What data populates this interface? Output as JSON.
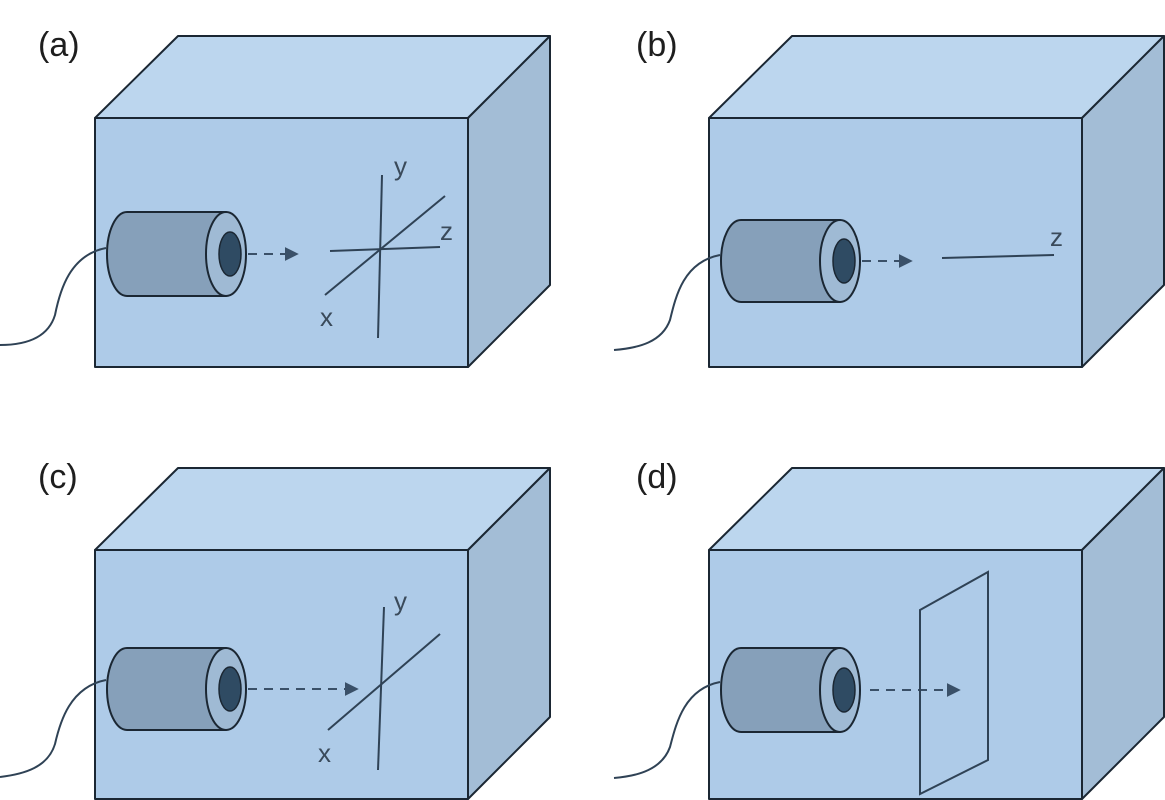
{
  "colors": {
    "box_front": "#aecbe8",
    "box_top": "#bcd6ee",
    "box_side": "#a3bdd6",
    "edge": "#1b2733",
    "probe_body": "#86a0ba",
    "probe_face": "#9fbad4",
    "probe_core": "#2f4b63",
    "axis": "#3a4a5a"
  },
  "panels": [
    {
      "id": "a",
      "label": "(a)",
      "axes": [
        "y",
        "z",
        "x"
      ],
      "mode": "3d"
    },
    {
      "id": "b",
      "label": "(b)",
      "axes": [
        "z"
      ],
      "mode": "1d"
    },
    {
      "id": "c",
      "label": "(c)",
      "axes": [
        "y",
        "x"
      ],
      "mode": "2d"
    },
    {
      "id": "d",
      "label": "(d)",
      "axes": [],
      "mode": "plane"
    }
  ]
}
